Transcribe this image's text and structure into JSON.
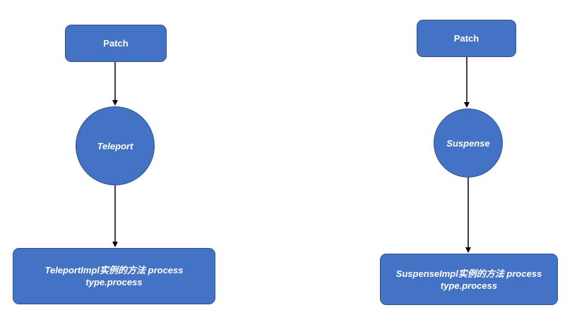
{
  "left_flow": {
    "top_node": "Patch",
    "middle_node": "Teleport",
    "bottom_node": {
      "line1": "TeleportImpl实例的方法 process",
      "line2": "type.process"
    }
  },
  "right_flow": {
    "top_node": "Patch",
    "middle_node": "Suspense",
    "bottom_node": {
      "line1": "SuspenseImpl实例的方法 process",
      "line2": "type.process"
    }
  },
  "colors": {
    "node_fill": "#4472c4",
    "node_border": "#2f528f",
    "arrow": "#000000",
    "text": "#ffffff"
  }
}
